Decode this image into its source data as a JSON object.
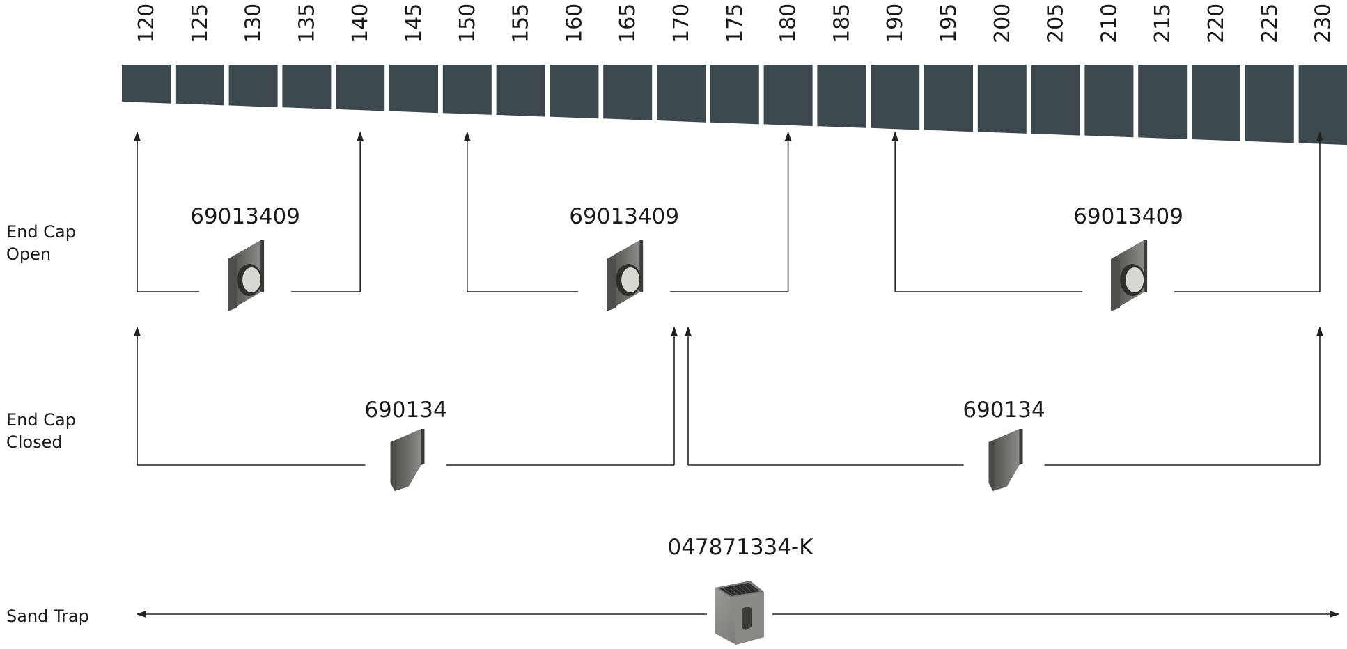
{
  "channel_sizes": [
    "120",
    "125",
    "130",
    "135",
    "140",
    "145",
    "150",
    "155",
    "160",
    "165",
    "170",
    "175",
    "180",
    "185",
    "190",
    "195",
    "200",
    "205",
    "210",
    "215",
    "220",
    "225",
    "230"
  ],
  "rows": {
    "end_cap_open": {
      "label_line1": "End Cap",
      "label_line2": "Open",
      "code": "69013409",
      "icon": "open-end-cap-icon",
      "ranges": [
        [
          "120",
          "140"
        ],
        [
          "150",
          "180"
        ],
        [
          "190",
          "230"
        ]
      ]
    },
    "end_cap_closed": {
      "label_line1": "End Cap",
      "label_line2": "Closed",
      "code": "690134",
      "icon": "closed-end-cap-icon",
      "ranges": [
        [
          "120",
          "170"
        ],
        [
          "170",
          "230"
        ]
      ]
    },
    "sand_trap": {
      "label": "Sand Trap",
      "code": "047871334-K",
      "icon": "sand-trap-icon",
      "range": [
        "120",
        "230"
      ]
    }
  },
  "colors": {
    "channel_block": "#3d474e",
    "line": "#222222",
    "cap_dark": "#5b5b58",
    "cap_light": "#8a8a86",
    "trap_grey": "#8f8f8c",
    "trap_grate": "#2b2b2b"
  }
}
